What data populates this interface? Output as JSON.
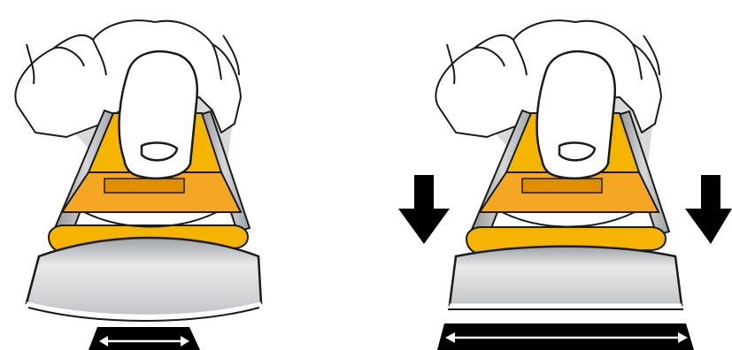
{
  "panels": [
    {
      "id": "before",
      "state": "curved-blade",
      "pressure_arrows": false,
      "width_indicator": "narrow"
    },
    {
      "id": "after",
      "state": "flattened-blade",
      "pressure_arrows": true,
      "width_indicator": "wide"
    }
  ],
  "colors": {
    "background": "#ffffff",
    "outline": "#1a1a1a",
    "holder_yellow": "#f4b400",
    "holder_orange": "#f5a623",
    "holder_dark": "#e08e00",
    "blade_gray": "#b9bcbf",
    "blade_light": "#e6e7e8",
    "hand_fill": "#ffffff",
    "shadow_gray": "#d9d9d9",
    "arrow": "#000000"
  },
  "icons": [
    "hand-icon",
    "scraper-icon",
    "down-arrow-icon",
    "double-arrow-icon"
  ]
}
